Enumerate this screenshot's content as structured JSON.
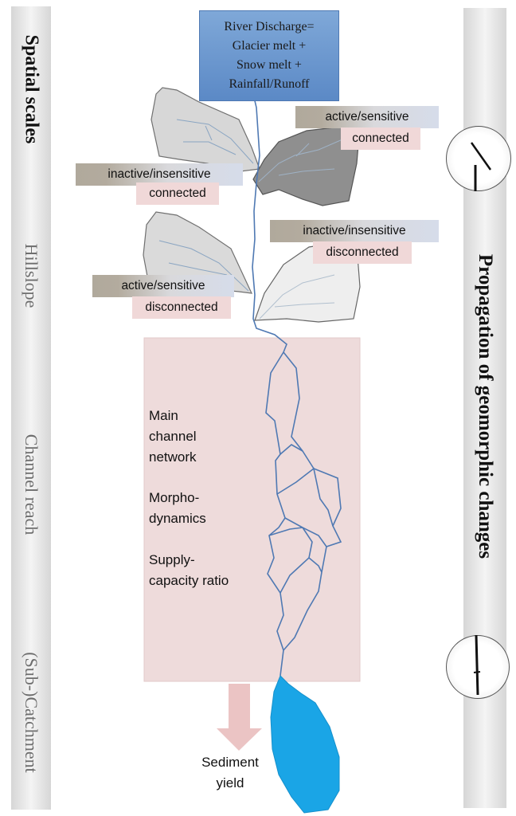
{
  "title_lines": [
    "River Discharge=",
    "Glacier melt +",
    "Snow melt +",
    "Rainfall/Runoff"
  ],
  "left_scale": {
    "header": "Spatial scales",
    "levels": [
      "Hillslope",
      "Channel reach",
      "(Sub-)Catchment"
    ]
  },
  "right_label": "Propagation of geomorphic changes",
  "hillslopes": [
    {
      "state": "active/sensitive",
      "connectivity": "connected"
    },
    {
      "state": "inactive/insensitive",
      "connectivity": "connected"
    },
    {
      "state": "inactive/insensitive",
      "connectivity": "disconnected"
    },
    {
      "state": "active/sensitive",
      "connectivity": "disconnected"
    }
  ],
  "channel_reach": {
    "item1": "Main\nchannel\nnetwork",
    "item2": "Morpho-\ndynamics",
    "item3": "Supply-\ncapacity ratio"
  },
  "sediment_label": "Sediment\nyield",
  "colors": {
    "title_box": "#6b96cf",
    "river": "#4f79b3",
    "panel": "#eedbdb",
    "arrow": "#ebc4c4",
    "outlet_lake": "#1aa5e6"
  }
}
